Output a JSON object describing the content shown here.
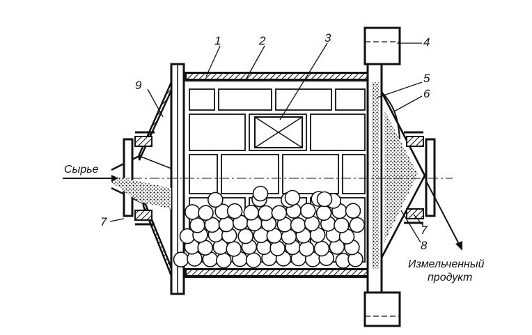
{
  "diagram": {
    "labels": {
      "n1": "1",
      "n2": "2",
      "n3": "3",
      "n4": "4",
      "n5": "5",
      "n6": "6",
      "n7a": "7",
      "n7b": "7",
      "n8": "8",
      "n9": "9",
      "feed": "Сырье",
      "product_line1": "Измельченный",
      "product_line2": "продукт"
    },
    "colors": {
      "ink": "#111111",
      "paper": "#ffffff"
    }
  }
}
